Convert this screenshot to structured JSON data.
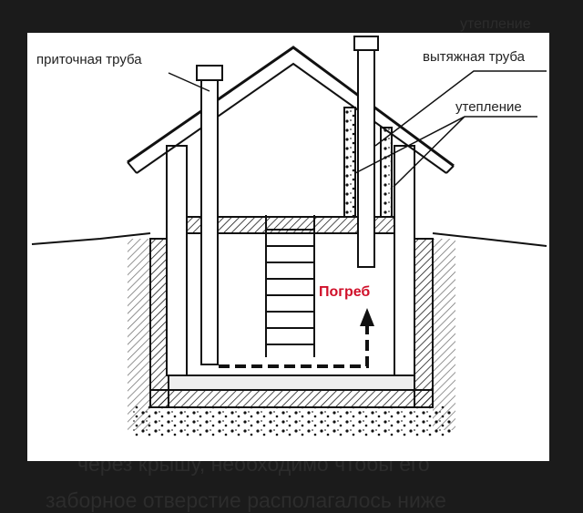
{
  "background_text": {
    "top_label": "утепление",
    "line1": "через крышу, необходимо чтобы его",
    "line2": "заборное отверстие располагалось ниже"
  },
  "diagram": {
    "labels": {
      "intake_pipe": "приточная труба",
      "exhaust_pipe": "вытяжная труба",
      "insulation": "утепление",
      "cellar": "Погреб"
    },
    "colors": {
      "cellar_label": "#d0102a",
      "line": "#111111"
    }
  }
}
